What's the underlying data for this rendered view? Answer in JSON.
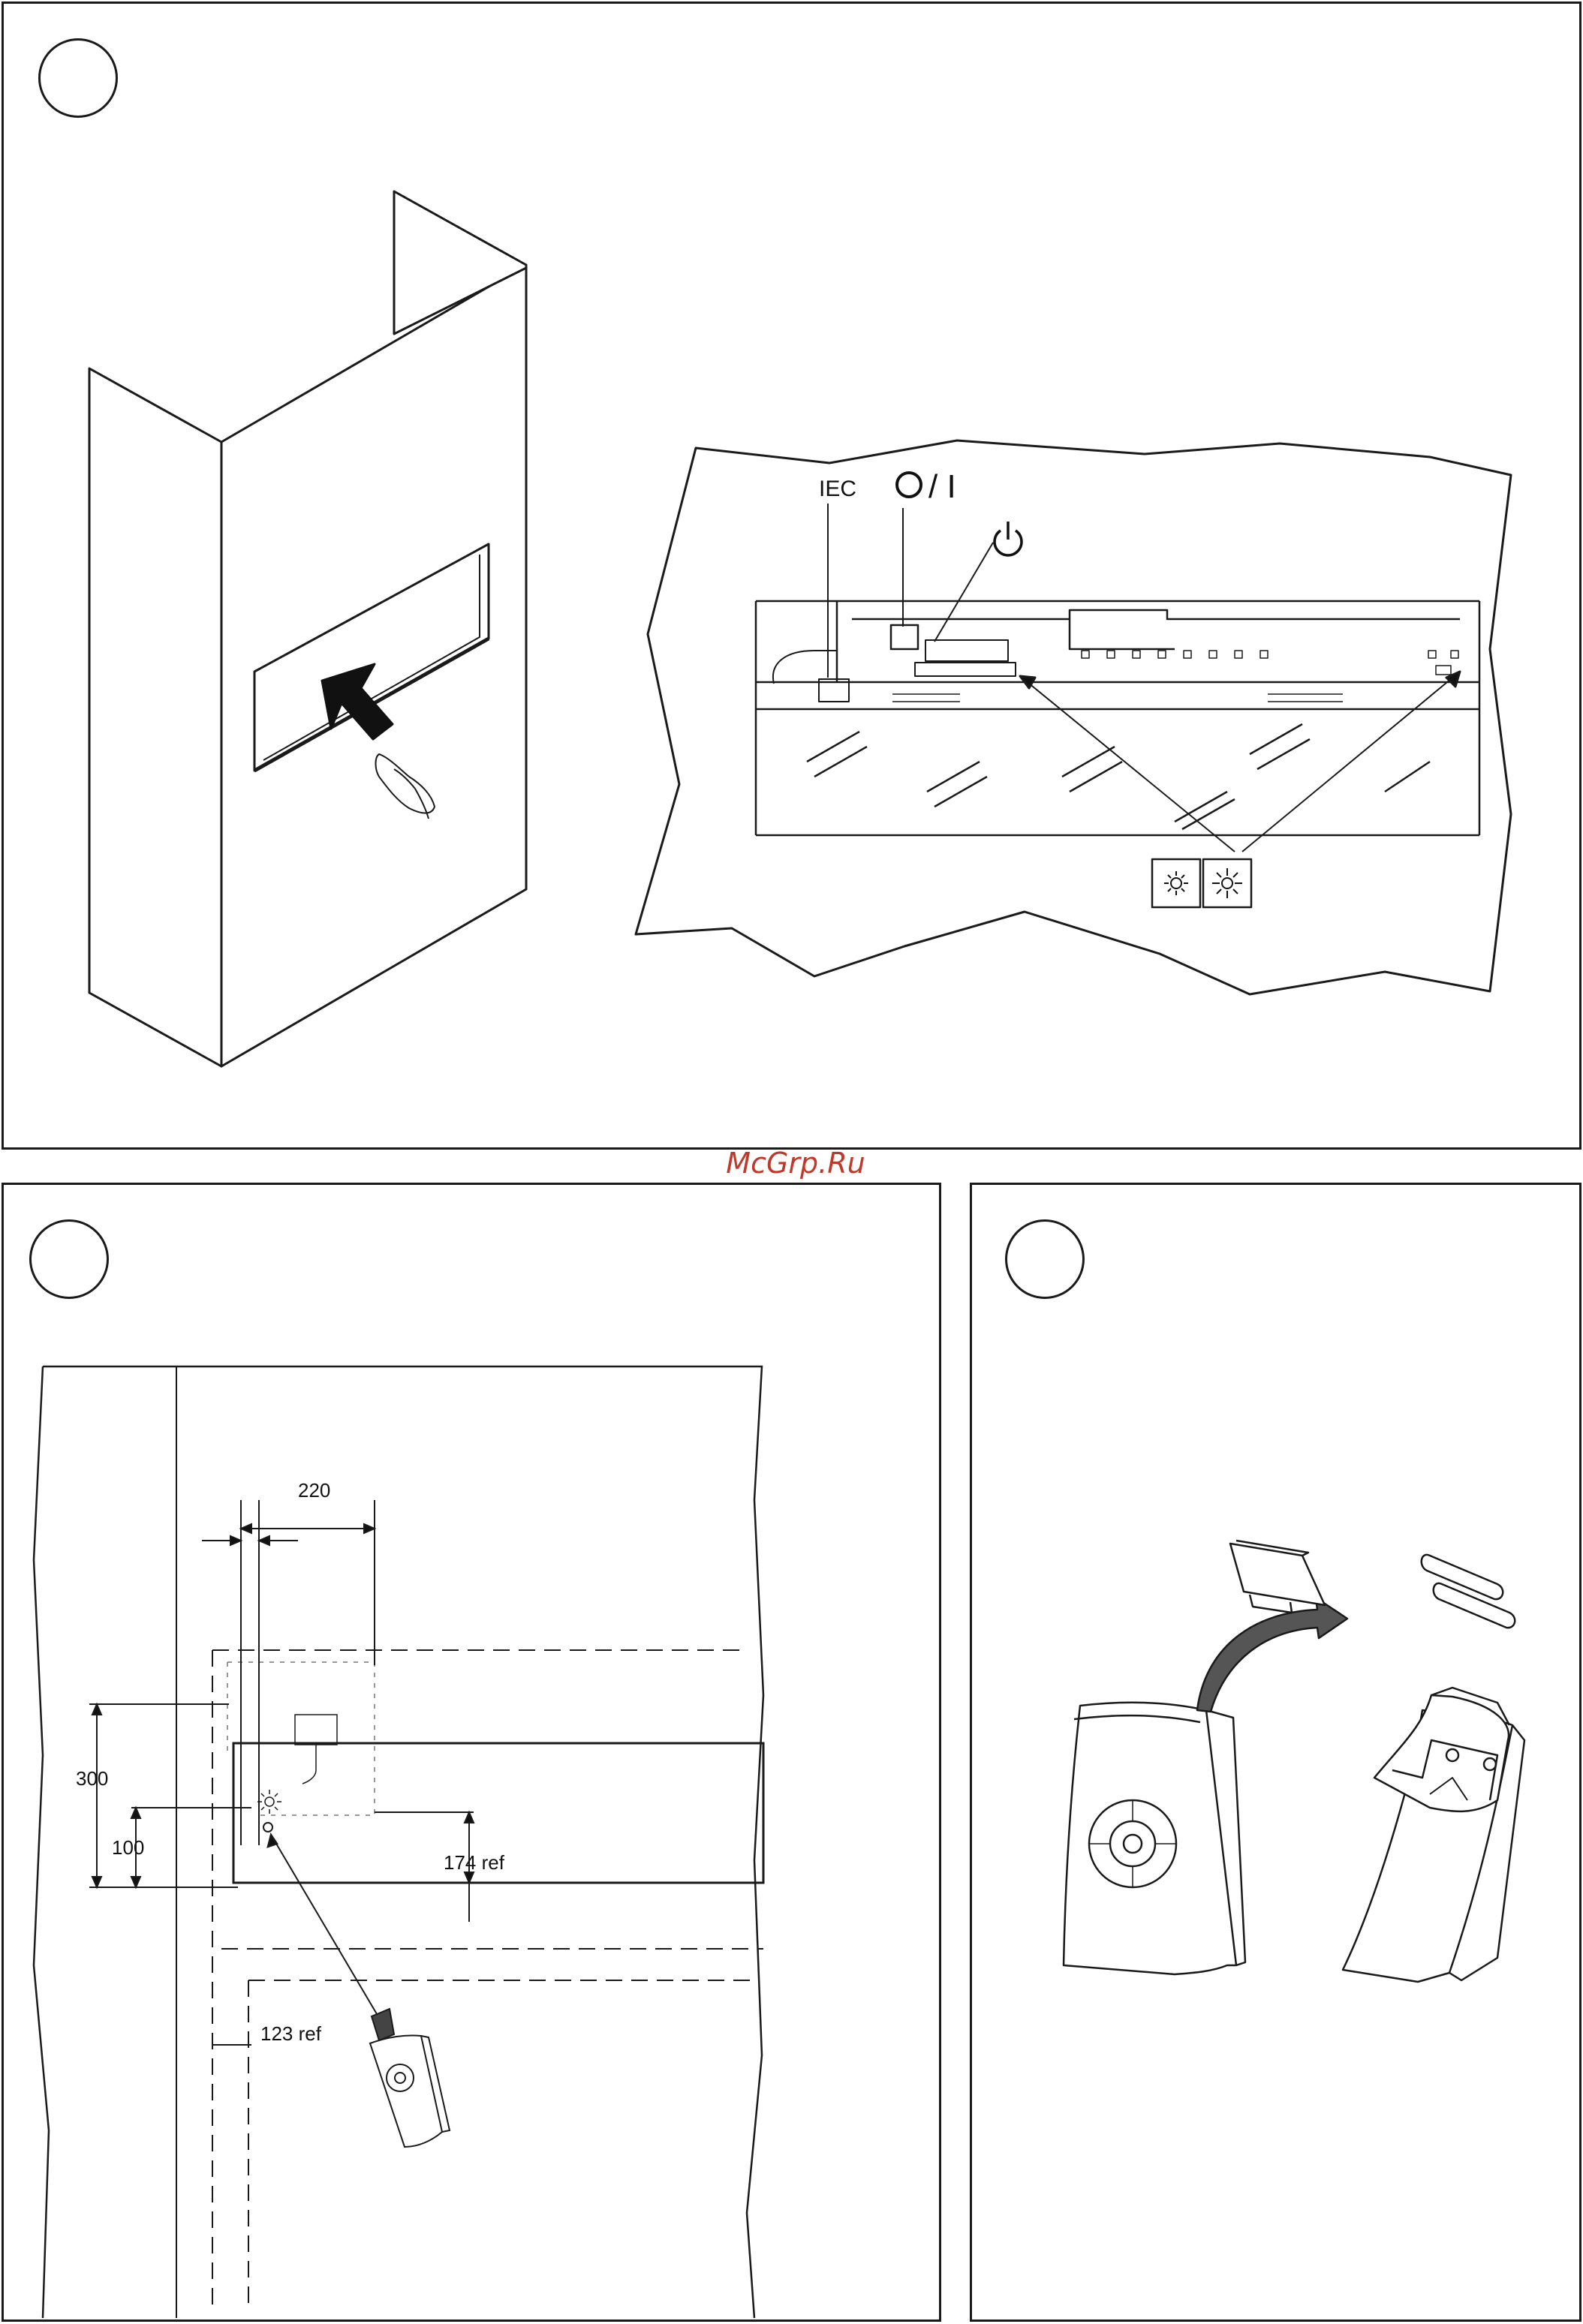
{
  "watermark": "McGrp.Ru",
  "top": {
    "labels": {
      "iec": "IEC",
      "onoff": "O / I",
      "power_symbol": "⏻"
    },
    "icons": [
      "cabinet-illustration",
      "hand-pointer-icon",
      "arrow-icon",
      "power-icon",
      "brightness-icon"
    ]
  },
  "left": {
    "dimensions": {
      "width_top": "220",
      "height_total": "300",
      "height_small": "100",
      "offset_ref": "174 ref",
      "side_ref": "123 ref"
    }
  },
  "right": {
    "icons": [
      "remote-control-icon",
      "battery-icon",
      "battery-cover-icon",
      "curved-arrow-icon"
    ]
  }
}
